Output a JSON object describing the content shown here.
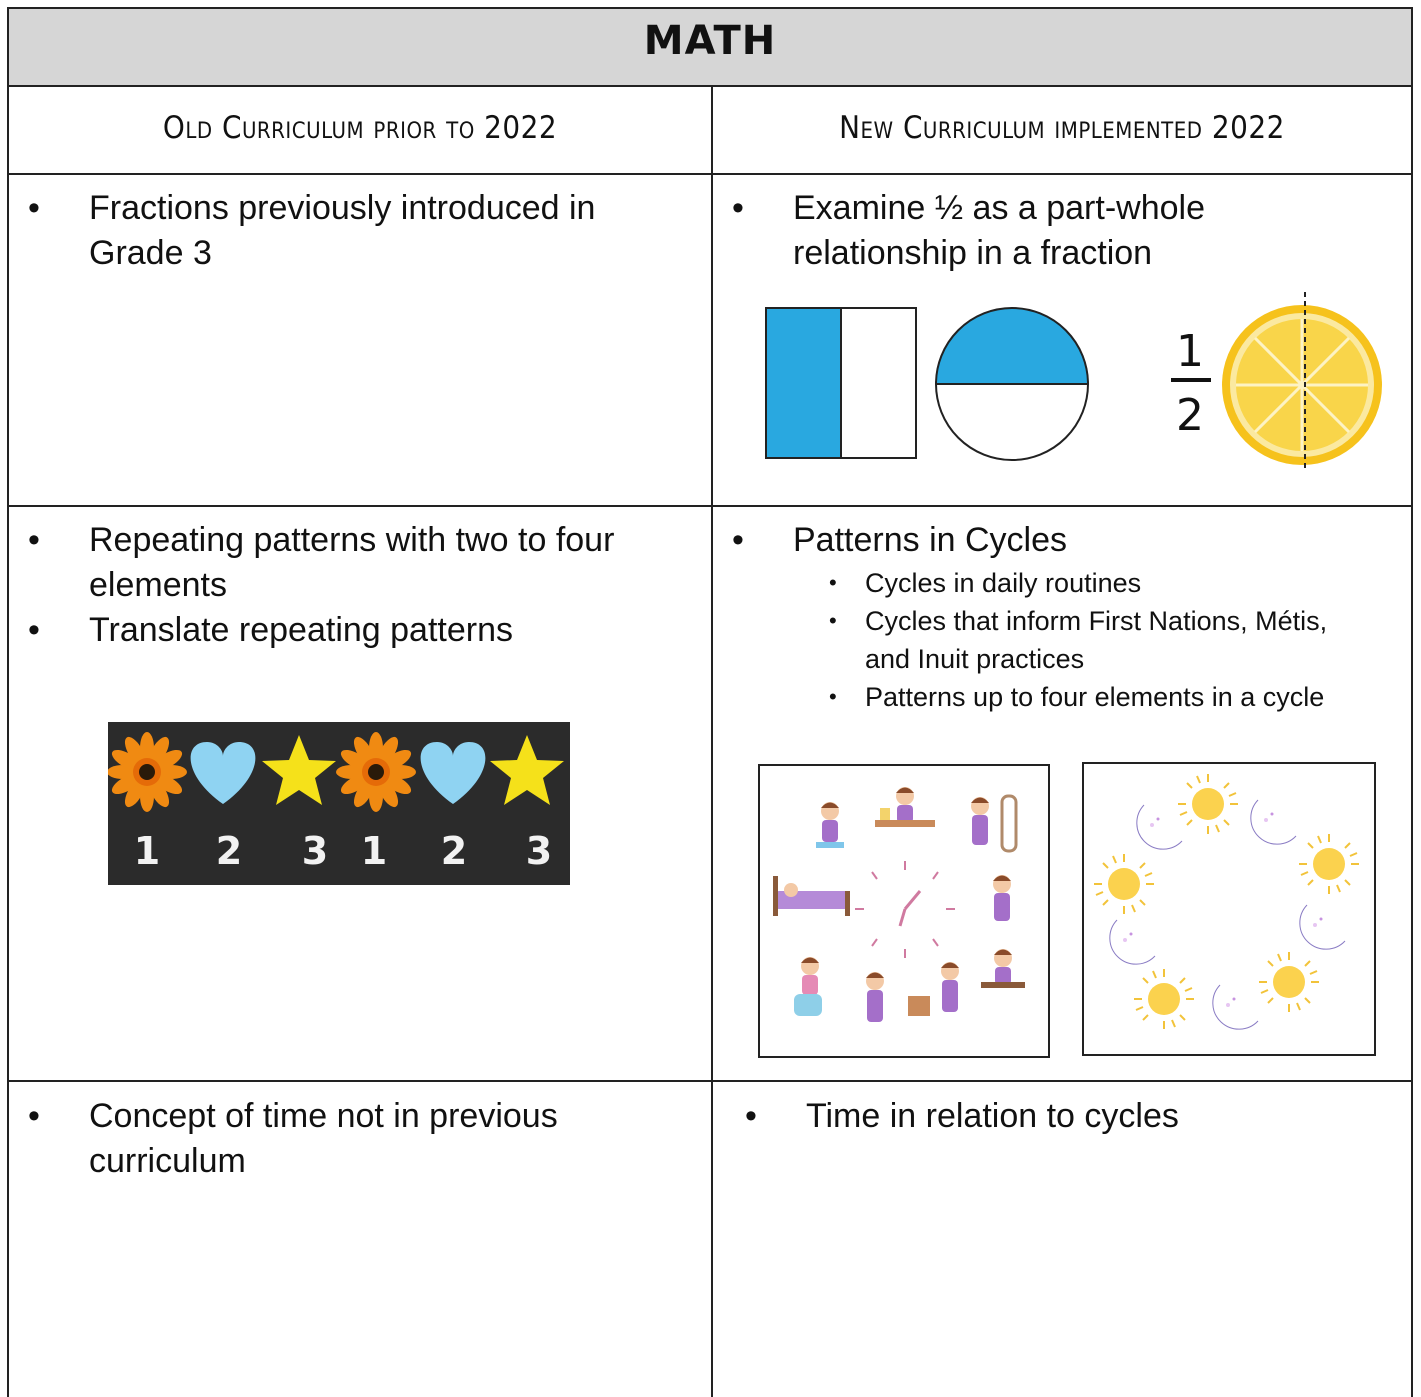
{
  "title": "MATH",
  "columns": {
    "old": "Old Curriculum prior to 2022",
    "new": "New Curriculum implemented 2022"
  },
  "rows": [
    {
      "old": [
        "Fractions previously introduced in Grade 3"
      ],
      "new": [
        "Examine ½ as a part-whole relationship in a fraction"
      ],
      "fraction": {
        "numerator": "1",
        "denominator": "2"
      }
    },
    {
      "old": [
        "Repeating patterns with two to four elements",
        "Translate repeating patterns"
      ],
      "new": [
        "Patterns in Cycles"
      ],
      "new_sub": [
        "Cycles in daily routines",
        "Cycles that inform First Nations, Métis, and Inuit practices",
        "Patterns up to four elements in a cycle"
      ],
      "pattern_numbers": [
        "1",
        "2",
        "3",
        "1",
        "2",
        "3"
      ]
    },
    {
      "old": [
        "Concept of time not in previous curriculum"
      ],
      "new": [
        "Time in relation to cycles"
      ]
    }
  ],
  "colors": {
    "header_bg": "#d6d6d6",
    "fraction_blue": "#29a8e0",
    "heart_blue": "#8fd3f2",
    "star_yellow": "#f5e11a",
    "lemon": "#f6c21c",
    "board": "#2b2b2b"
  }
}
